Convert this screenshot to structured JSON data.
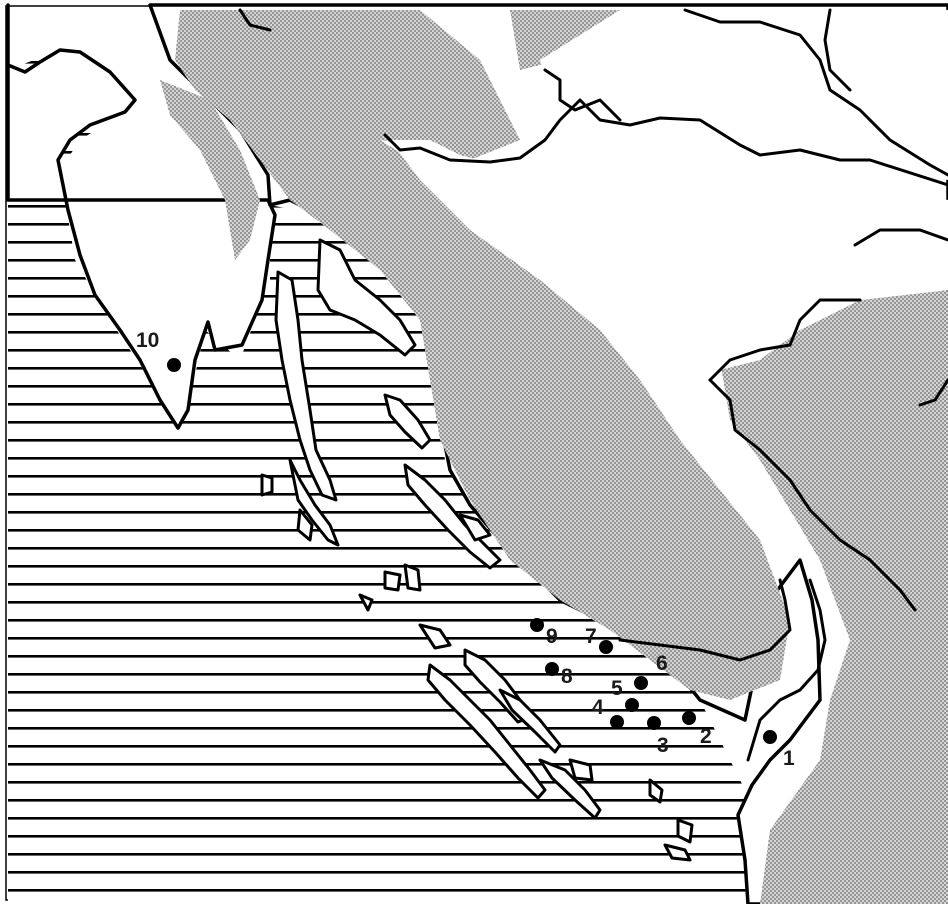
{
  "colors": {
    "ink": "#000000",
    "upland_stipple": "#9a9a9a",
    "paper": "#ffffff"
  },
  "sites": [
    {
      "number": "1"
    },
    {
      "number": "2"
    },
    {
      "number": "3"
    },
    {
      "number": "4"
    },
    {
      "number": "5"
    },
    {
      "number": "6"
    },
    {
      "number": "7"
    },
    {
      "number": "8"
    },
    {
      "number": "9"
    },
    {
      "number": "10"
    }
  ],
  "legend_patterns": {
    "sea": "horizontal-hatch",
    "uplands": "dot-stipple"
  }
}
